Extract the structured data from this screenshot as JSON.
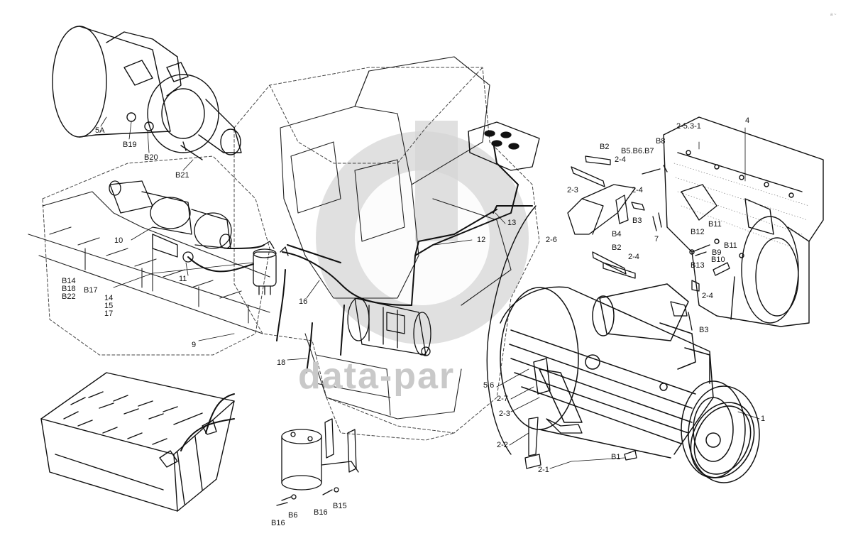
{
  "watermark": {
    "text": "data-par",
    "color": "#c9c9c9"
  },
  "corner_mark": "a ~",
  "callouts": {
    "l5A": "5A",
    "lB19": "B19",
    "lB20": "B20",
    "lB21": "B21",
    "l10": "10",
    "l11": "11",
    "lB14": "B14",
    "lB18": "B18",
    "lB22": "B22",
    "lB17": "B17",
    "l14": "14",
    "l15": "15",
    "l17": "17",
    "l9": "9",
    "l16": "16",
    "l18": "18",
    "l12": "12",
    "l13": "13",
    "l56": "5.6",
    "l27": "2-7",
    "l23a": "2-3",
    "l22": "2-2",
    "l21": "2-1",
    "lB1": "B1",
    "l1": "1",
    "lB6": "B6",
    "lB16a": "B16",
    "lB16b": "B16",
    "lB15": "B15",
    "lB2a": "B2",
    "l24a": "2-4",
    "l23b": "2-3",
    "l26": "2-6",
    "lB4": "B4",
    "lB2b": "B2",
    "l24b": "2-4",
    "lB567": "B5.B6.B7",
    "l24c": "2-4",
    "lB3a": "B3",
    "lB8": "B8",
    "l2531": "2-5.3-1",
    "l4": "4",
    "l7": "7",
    "lB12": "B12",
    "lB11a": "B11",
    "lB9": "B9",
    "lB11b": "B11",
    "lB13": "B13",
    "lB10": "B10",
    "l24d": "2-4",
    "lB3b": "B3"
  }
}
